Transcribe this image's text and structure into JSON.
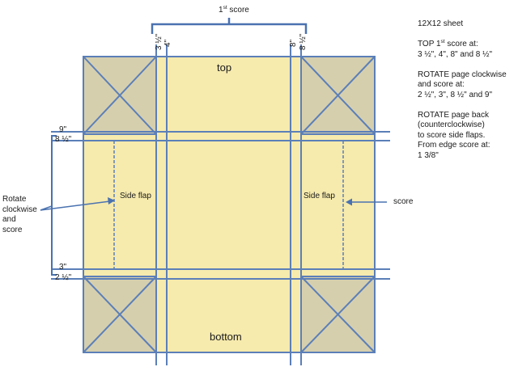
{
  "top_brace": {
    "label_pre": "1",
    "label_sup": "st",
    "label_post": " score"
  },
  "top_tick_labels": [
    "3 ½\"",
    "4\"",
    "8\"",
    "8 ½\""
  ],
  "left_tick_labels": [
    "9\"",
    "8 ½\"",
    "3\"",
    "2 ½\""
  ],
  "panel_labels": {
    "top": "top",
    "bottom": "bottom",
    "side_flap_left": "Side flap",
    "side_flap_right": "Side flap",
    "score": "score"
  },
  "rotate_label": {
    "lines": [
      "Rotate",
      "clockwise",
      "and",
      "score"
    ]
  },
  "instructions": {
    "sheet": "12X12 sheet",
    "step1": {
      "line1_pre": "TOP 1",
      "line1_sup": "st",
      "line1_post": " score at:",
      "line2": "3 ½\", 4\", 8\" and 8 ½\""
    },
    "step2": {
      "line1": "ROTATE page clockwise",
      "line2": "and score at:",
      "line3": "2 ½\", 3\", 8 ½\" and 9\""
    },
    "step3": {
      "line1": "ROTATE page back",
      "line2": "(counterclockwise)",
      "line3": "to score side flaps.",
      "line4": "From edge score at:",
      "line5": "1 3/8\""
    }
  },
  "colors": {
    "paper": "#f6eaad",
    "corner_fill": "#d6cfae",
    "score_line": "#5b7fb8",
    "annotation_line": "#4a72b0"
  }
}
